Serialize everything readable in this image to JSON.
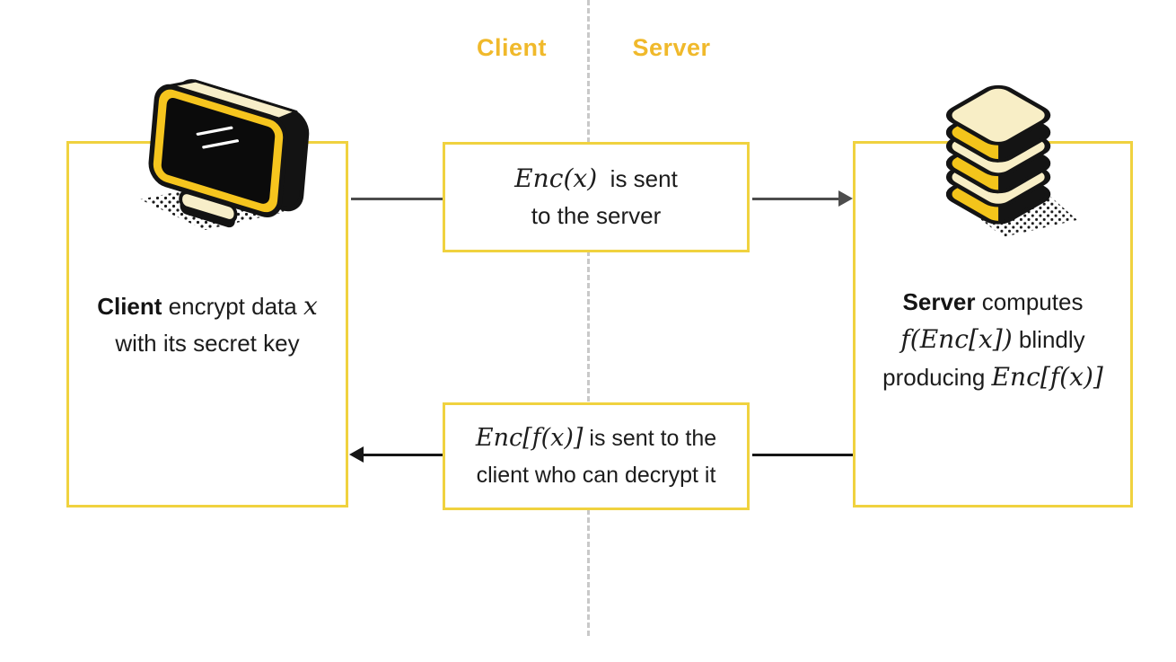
{
  "header": {
    "client_label": "Client",
    "server_label": "Server"
  },
  "client_box": {
    "icon": "monitor-icon",
    "line1": {
      "bold": "Client",
      "text": " encrypt data ",
      "math": "x"
    },
    "line2": "with its secret key"
  },
  "server_box": {
    "icon": "database-stack-icon",
    "line1": {
      "bold": "Server",
      "text": " computes"
    },
    "line2": {
      "math": "f(Enc[x])",
      "text": " blindly"
    },
    "line3": {
      "text": "producing ",
      "math": "Enc[f(x)]"
    }
  },
  "top_message": {
    "line1": {
      "math": "Enc(x)",
      "text": "  is sent"
    },
    "line2": "to the server"
  },
  "bottom_message": {
    "line1": {
      "math": "Enc[f(x)]",
      "text": " is sent to the"
    },
    "line2": "client who can decrypt it"
  },
  "colors": {
    "box_border": "#f0d23f",
    "lane_label": "#f0b92b",
    "divider": "#c9c9c9",
    "arrow_top": "#4d4d4d",
    "arrow_bottom": "#161616",
    "icon_yellow": "#f6c51e",
    "icon_cream": "#f7eec9",
    "icon_black": "#131313"
  }
}
